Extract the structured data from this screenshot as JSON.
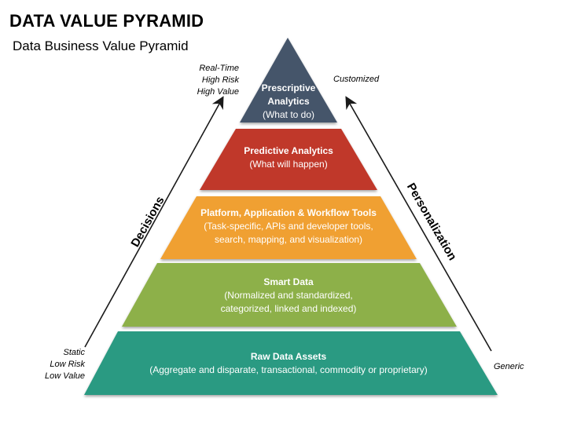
{
  "title": "DATA VALUE PYRAMID",
  "subtitle": "Data Business Value Pyramid",
  "colors": {
    "apex": "#44546A",
    "predictive": "#C0392B",
    "platform": "#F0A030",
    "smart": "#8DB04A",
    "raw": "#2C9A82",
    "arrow": "#1a1a1a"
  },
  "layers": [
    {
      "title": "Prescriptive Analytics",
      "desc": "(What to do)"
    },
    {
      "title": "Predictive Analytics",
      "desc": "(What will happen)"
    },
    {
      "title": "Platform, Application & Workflow Tools",
      "desc": "(Task-specific, APIs and developer tools, search, mapping, and visualization)"
    },
    {
      "title": "Smart Data",
      "desc": "(Normalized and standardized, categorized, linked and indexed)"
    },
    {
      "title": "Raw Data Assets",
      "desc": "(Aggregate and disparate, transactional, commodity or proprietary)"
    }
  ],
  "left_axis": {
    "label": "Decisions",
    "top_note": [
      "Real-Time",
      "High Risk",
      "High Value"
    ],
    "bottom_note": [
      "Static",
      "Low Risk",
      "Low Value"
    ]
  },
  "right_axis": {
    "label": "Personalization",
    "top_note": "Customized",
    "bottom_note": "Generic"
  }
}
